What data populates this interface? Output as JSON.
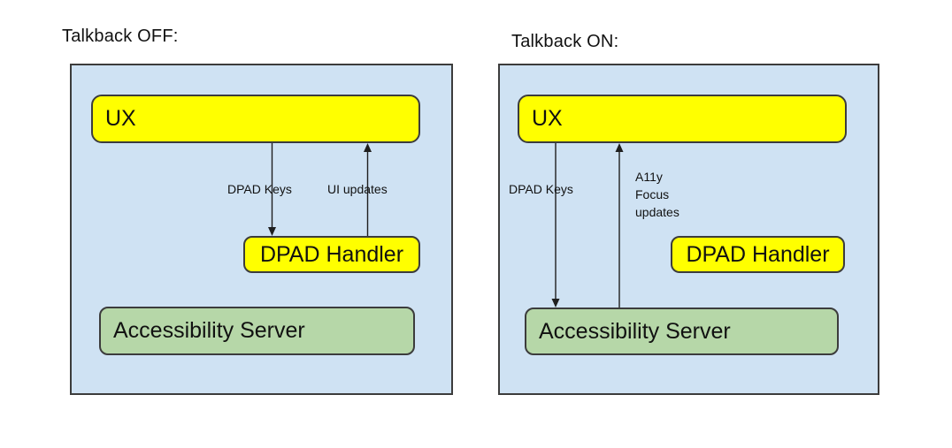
{
  "colors": {
    "page_bg": "#ffffff",
    "container_fill": "#cfe2f3",
    "container_border": "#3c3c3c",
    "yellow_fill": "#ffff00",
    "green_fill": "#b6d7a8",
    "box_border": "#3c3c3c",
    "arrow": "#1f1f1f",
    "text": "#111111"
  },
  "left_diagram": {
    "title": "Talkback OFF:",
    "ux_box": {
      "label": "UX"
    },
    "dpad_handler_box": {
      "label": "DPAD Handler"
    },
    "accessibility_server_box": {
      "label": "Accessibility Server"
    },
    "down_arrow_label": "DPAD Keys",
    "up_arrow_label": "UI updates"
  },
  "right_diagram": {
    "title": "Talkback ON:",
    "ux_box": {
      "label": "UX"
    },
    "dpad_handler_box": {
      "label": "DPAD Handler"
    },
    "accessibility_server_box": {
      "label": "Accessibility Server"
    },
    "down_arrow_label": "DPAD Keys",
    "up_arrow_label": "A11y\nFocus\nupdates"
  }
}
